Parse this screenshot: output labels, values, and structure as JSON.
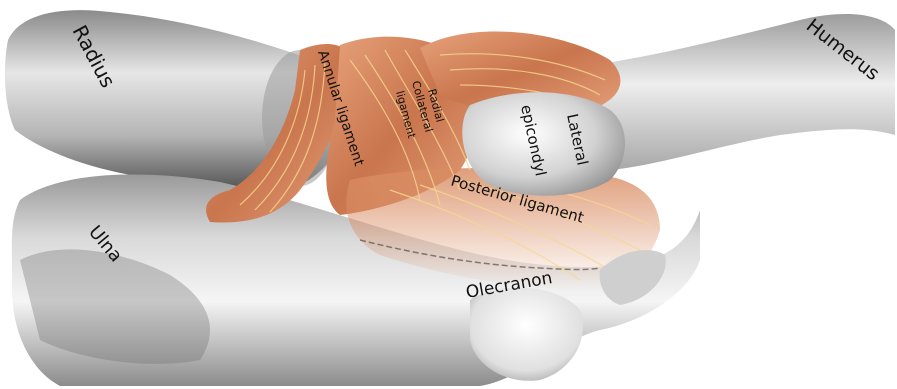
{
  "diagram": {
    "labels": {
      "radius": "Radius",
      "humerus": "Humerus",
      "ulna": "Ulna",
      "annular_ligament": "Annular ligament",
      "radial_collateral_line1": "Radial",
      "radial_collateral_line2": "Collateral",
      "radial_collateral_line3": "ligament",
      "lateral_epicondyle_line1": "Lateral",
      "lateral_epicondyle_line2": "epicondyl",
      "posterior_ligament": "Posterior ligament",
      "olecranon": "Olecranon"
    },
    "colors": {
      "bone_light": "#f2f2f2",
      "bone_mid": "#bdbdbd",
      "bone_dark": "#6e6e6e",
      "ligament_base": "#d98c62",
      "ligament_fiber": "#f3d38a",
      "label_text": "#111111"
    }
  }
}
